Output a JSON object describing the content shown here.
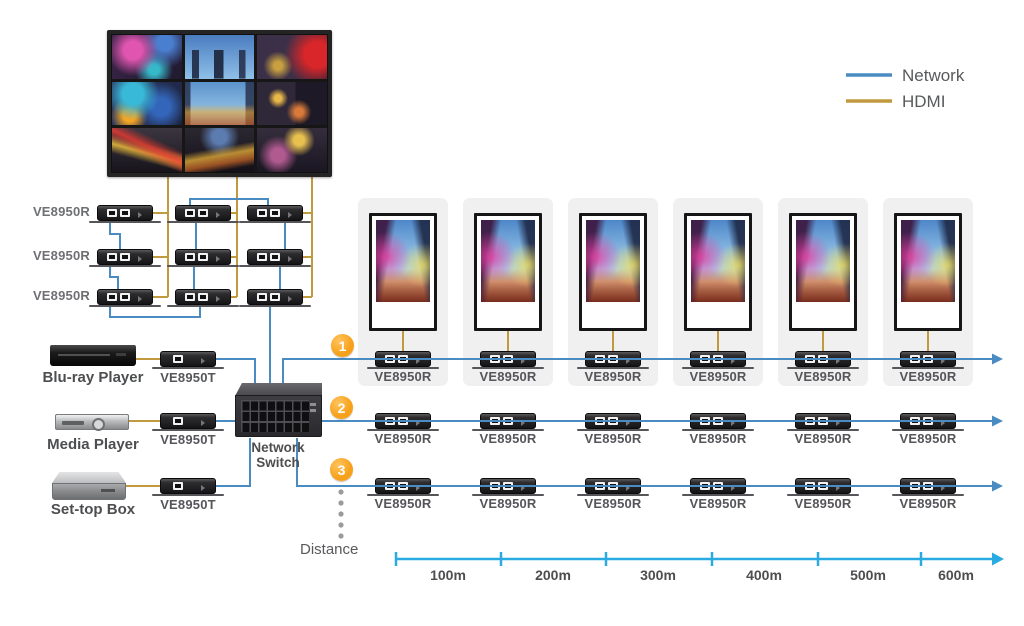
{
  "colors": {
    "network_line": "#4a8bc2",
    "hdmi_line": "#c19a3f",
    "distance_line": "#29abe2",
    "step_badge": "#f7a11a",
    "label_text": "#58595b"
  },
  "legend": {
    "network_label": "Network",
    "hdmi_label": "HDMI"
  },
  "video_wall_receivers": {
    "labels": [
      "VE8950R",
      "VE8950R",
      "VE8950R"
    ]
  },
  "sources": {
    "bluray": {
      "device": "Blu-ray Player",
      "transmitter": "VE8950T"
    },
    "media": {
      "device": "Media Player",
      "transmitter": "VE8950T"
    },
    "settop": {
      "device": "Set-top Box",
      "transmitter": "VE8950T"
    }
  },
  "network_switch": {
    "label_line1": "Network",
    "label_line2": "Switch"
  },
  "streams": {
    "badges": [
      "1",
      "2",
      "3"
    ]
  },
  "receiver_rows": {
    "row1": [
      "VE8950R",
      "VE8950R",
      "VE8950R",
      "VE8950R",
      "VE8950R",
      "VE8950R"
    ],
    "row2": [
      "VE8950R",
      "VE8950R",
      "VE8950R",
      "VE8950R",
      "VE8950R",
      "VE8950R"
    ],
    "row3": [
      "VE8950R",
      "VE8950R",
      "VE8950R",
      "VE8950R",
      "VE8950R",
      "VE8950R"
    ]
  },
  "distance_scale": {
    "label": "Distance",
    "segments": [
      "100m",
      "200m",
      "300m",
      "400m",
      "500m",
      "600m"
    ]
  }
}
